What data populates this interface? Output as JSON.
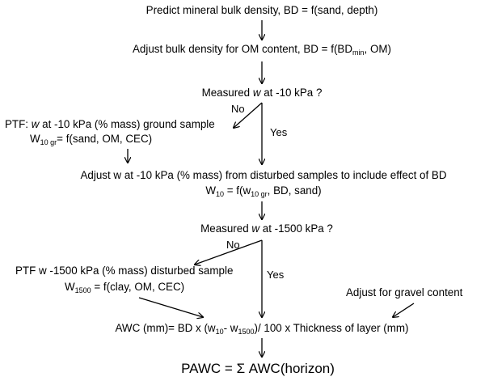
{
  "steps": {
    "s1": "Predict mineral bulk density, BD = f(sand, depth)",
    "s2_pre": "Adjust bulk density for OM content, BD = f(BD",
    "s2_sub": "min",
    "s2_post": ", OM)",
    "q1_pre": "Measured ",
    "q1_w": "w",
    "q1_post": " at -10 kPa ?",
    "ptf1_pre": "PTF: ",
    "ptf1_w": "w",
    "ptf1_post": " at -10 kPa (% mass) ground sample",
    "w10gr_pre": "W",
    "w10gr_sub": "10 gr",
    "w10gr_post": "= f(sand, OM, CEC)",
    "adj_w": "Adjust w at -10 kPa (% mass) from disturbed samples to include effect of BD",
    "w10_pre": "W",
    "w10_sub": "10",
    "w10_mid": " = f(w",
    "w10_sub2": "10 gr",
    "w10_post": ", BD, sand)",
    "q2_pre": "Measured ",
    "q2_w": "w",
    "q2_post": " at -1500 kPa ?",
    "ptf2": "PTF w -1500 kPa (% mass) disturbed sample",
    "w1500_pre": "W",
    "w1500_sub": "1500",
    "w1500_post": " = f(clay, OM, CEC)",
    "gravel": "Adjust for gravel content",
    "awc_pre": "AWC (mm)= BD x (w",
    "awc_sub1": "10",
    "awc_mid": "- w",
    "awc_sub2": "1500",
    "awc_post": ")/ 100 x Thickness of layer (mm)",
    "pawc": "PAWC = Σ AWC(horizon)"
  },
  "branch_labels": {
    "no1": "No",
    "yes1": "Yes",
    "no2": "No",
    "yes2": "Yes"
  }
}
